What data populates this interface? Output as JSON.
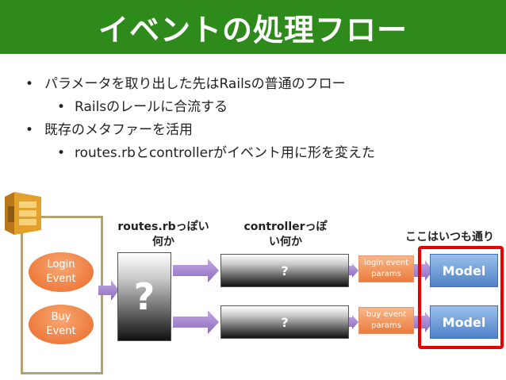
{
  "title": "イベントの処理フロー",
  "bullets": [
    {
      "level": 1,
      "text": "パラメータを取り出した先はRailsの普通のフロー"
    },
    {
      "level": 2,
      "text": "Railsのレールに合流する"
    },
    {
      "level": 1,
      "text": "既存のメタファーを活用"
    },
    {
      "level": 2,
      "text": "routes.rbとcontrollerがイベント用に形を変えた"
    }
  ],
  "diagram": {
    "routes_label_line1": "routes.rbっぽい",
    "routes_label_line2": "何か",
    "controller_label_line1": "controllerっぽ",
    "controller_label_line2": "い何か",
    "usual_label": "ここはいつも通り",
    "login_event_line1": "Login",
    "login_event_line2": "Event",
    "buy_event_line1": "Buy",
    "buy_event_line2": "Event",
    "router_symbol": "?",
    "controller_top_symbol": "?",
    "controller_bottom_symbol": "?",
    "login_params_line1": "login event",
    "login_params_line2": "params",
    "buy_params_line1": "buy event",
    "buy_params_line2": "params",
    "model_top": "Model",
    "model_bottom": "Model"
  },
  "colors": {
    "title_bg": "#2f8a1c",
    "event_orange": "#ee7c3e",
    "arrow_purple": "#9b7fc4",
    "model_blue": "#4d82c8",
    "highlight_red": "#e60000",
    "frame_tan": "#b4a274",
    "sqs_icon": "#e3a02a"
  },
  "icons": {
    "queue_icon": "amazon-sqs-icon"
  }
}
